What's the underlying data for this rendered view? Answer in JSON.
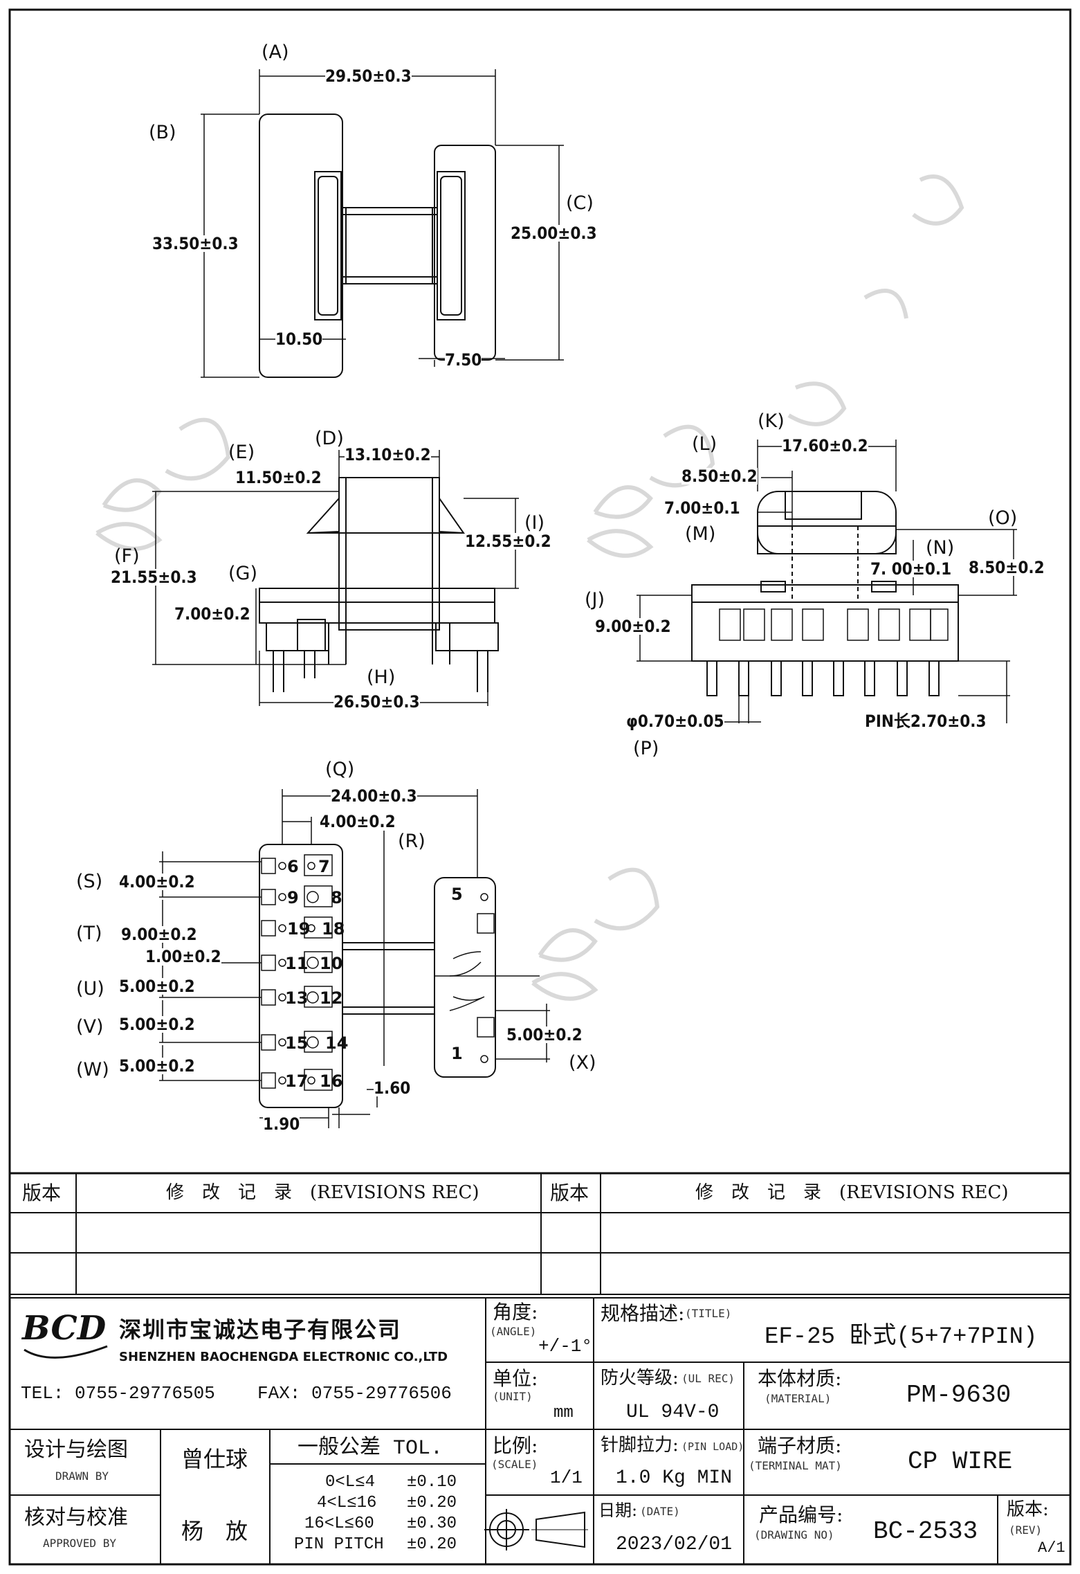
{
  "views": {
    "top": {
      "label_A": "(A)",
      "label_B": "(B)",
      "label_C": "(C)",
      "dim_A": "29.50±0.3",
      "dim_B": "33.50±0.3",
      "dim_C": "25.00±0.3",
      "dim_1050": "10.50",
      "dim_750": "7.50"
    },
    "front": {
      "label_D": "(D)",
      "label_E": "(E)",
      "label_F": "(F)",
      "label_G": "(G)",
      "label_H": "(H)",
      "label_I": "(I)",
      "dim_D": "13.10±0.2",
      "dim_E": "11.50±0.2",
      "dim_F": "21.55±0.3",
      "dim_G": "7.00±0.2",
      "dim_H": "26.50±0.3",
      "dim_I": "12.55±0.2"
    },
    "side": {
      "label_K": "(K)",
      "label_L": "(L)",
      "label_M": "(M)",
      "label_N": "(N)",
      "label_O": "(O)",
      "label_J": "(J)",
      "label_P": "(P)",
      "dim_K": "17.60±0.2",
      "dim_L": "8.50±0.2",
      "dim_M": "7.00±0.1",
      "dim_N": "7. 00±0.1",
      "dim_O": "8.50±0.2",
      "dim_J": "9.00±0.2",
      "dim_P": "φ0.70±0.05",
      "dim_pin": "PIN长2.70±0.3"
    },
    "bottom": {
      "label_Q": "(Q)",
      "label_R": "(R)",
      "label_S": "(S)",
      "label_T": "(T)",
      "label_U": "(U)",
      "label_V": "(V)",
      "label_W": "(W)",
      "label_X": "(X)",
      "dim_Q": "24.00±0.3",
      "dim_R": "4.00±0.2",
      "dim_S": "4.00±0.2",
      "dim_T": "9.00±0.2",
      "dim_100": "1.00±0.2",
      "dim_U": "5.00±0.2",
      "dim_V": "5.00±0.2",
      "dim_W": "5.00±0.2",
      "dim_X": "5.00±0.2",
      "dim_160": "1.60",
      "dim_190": "1.90",
      "pins_left": [
        "6",
        "7",
        "9",
        "8",
        "19",
        "18",
        "11",
        "10",
        "13",
        "12",
        "15",
        "14",
        "17",
        "16"
      ],
      "pins_right": [
        "5",
        "1"
      ]
    }
  },
  "revisions": {
    "col_version": "版本",
    "col_record": "修　改　记　录　(REVISIONS REC)"
  },
  "company": {
    "logo": "BCD",
    "name_cn": "深圳市宝诚达电子有限公司",
    "name_en": "SHENZHEN BAOCHENGDA ELECTRONIC CO.,LTD",
    "tel": "TEL: 0755-29776505",
    "fax": "FAX: 0755-29776506"
  },
  "title_block": {
    "angle_label": "角度:",
    "angle_en": "(ANGLE)",
    "angle_value": "+/-1°",
    "unit_label": "单位:",
    "unit_en": "(UNIT)",
    "unit_value": "mm",
    "scale_label": "比例:",
    "scale_en": "(SCALE)",
    "scale_value": "1/1",
    "title_label": "规格描述:",
    "title_en": "(TITLE)",
    "title_value": "EF-25 卧式(5+7+7PIN)",
    "ul_label": "防火等级:",
    "ul_en": "(UL REC)",
    "ul_value": "UL 94V-0",
    "material_label": "本体材质:",
    "material_en": "(MATERIAL)",
    "material_value": "PM-9630",
    "pinload_label": "针脚拉力:",
    "pinload_en": "(PIN LOAD)",
    "pinload_value": "1.0 Kg MIN",
    "terminal_label": "端子材质:",
    "terminal_en": "(TERMINAL MAT)",
    "terminal_value": "CP WIRE",
    "date_label": "日期:",
    "date_en": "(DATE)",
    "date_value": "2023/02/01",
    "drawing_label": "产品编号:",
    "drawing_en": "(DRAWING NO)",
    "drawing_value": "BC-2533",
    "rev_label": "版本:",
    "rev_en": "(REV)",
    "rev_value": "A/1",
    "drawn_label": "设计与绘图",
    "drawn_en": "DRAWN BY",
    "drawn_value": "曾仕球",
    "approved_label": "核对与校准",
    "approved_en": "APPROVED BY",
    "approved_value": "杨　放",
    "tol_title": "一般公差 TOL.",
    "tol_rows": [
      {
        "range": "0<L≤4",
        "value": "±0.10"
      },
      {
        "range": "4<L≤16",
        "value": "±0.20"
      },
      {
        "range": "16<L≤60",
        "value": "±0.30"
      },
      {
        "range": "PIN PITCH",
        "value": "±0.20"
      }
    ]
  }
}
